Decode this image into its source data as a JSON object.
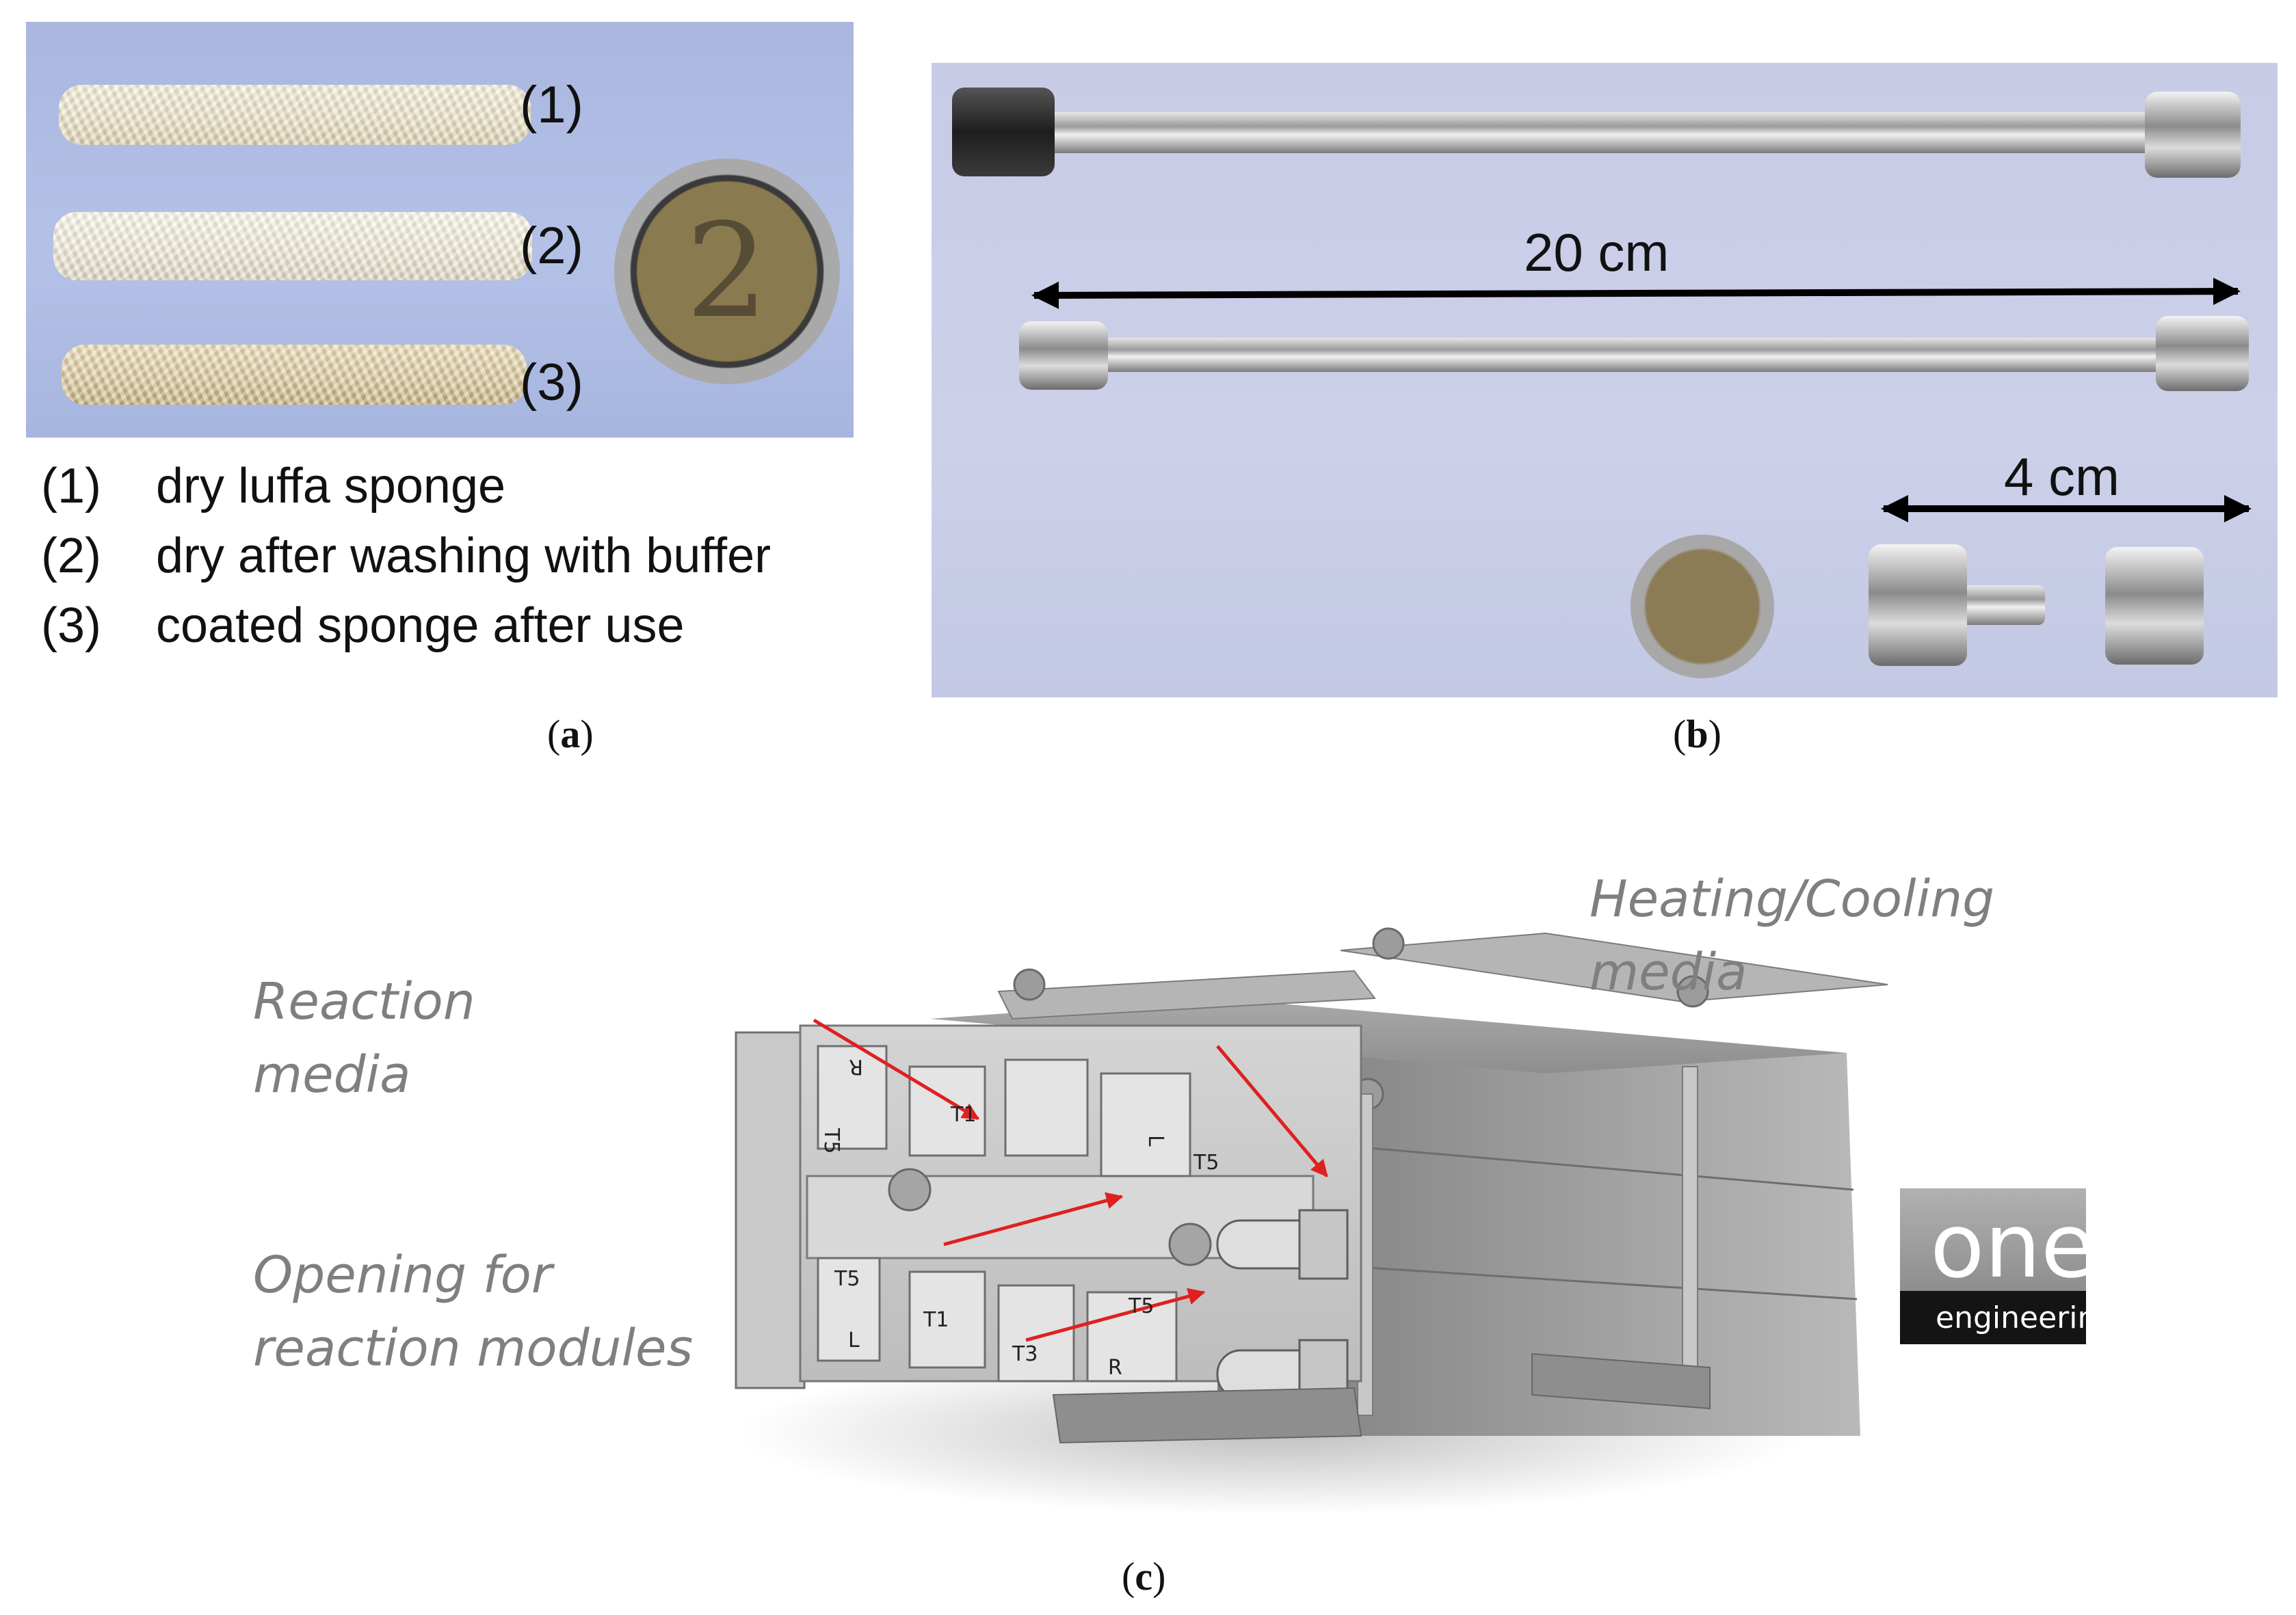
{
  "panel_a": {
    "sponge_labels": [
      "(1)",
      "(2)",
      "(3)"
    ],
    "legend": [
      {
        "num": "(1)",
        "text": "dry luffa sponge"
      },
      {
        "num": "(2)",
        "text": "dry after washing with buffer"
      },
      {
        "num": "(3)",
        "text": "coated sponge after use"
      }
    ],
    "coin_digit": "2",
    "caption_open": "(",
    "caption_letter": "a",
    "caption_close": ")"
  },
  "panel_b": {
    "length_long": "20 cm",
    "length_short": "4 cm",
    "caption_open": "(",
    "caption_letter": "b",
    "caption_close": ")"
  },
  "panel_c": {
    "callout_reaction": [
      "Reaction",
      "media"
    ],
    "callout_heating": [
      "Heating/Cooling",
      "media"
    ],
    "callout_opening": [
      "Opening for",
      "reaction modules"
    ],
    "caption_open": "(",
    "caption_letter": "c",
    "caption_close": ")",
    "module_tags": [
      "R",
      "T5",
      "T1",
      "L",
      "T5",
      "T5",
      "L",
      "T1",
      "T3",
      "T5",
      "R"
    ],
    "logo_word": "one",
    "logo_subword": "engineerin",
    "arrow_color": "#e02020"
  },
  "colors": {
    "photo_a_bg": "#afbde3",
    "photo_b_bg": "#c8cce7",
    "callout_text": "#7f7f7f",
    "arrow_red": "#e02020"
  }
}
